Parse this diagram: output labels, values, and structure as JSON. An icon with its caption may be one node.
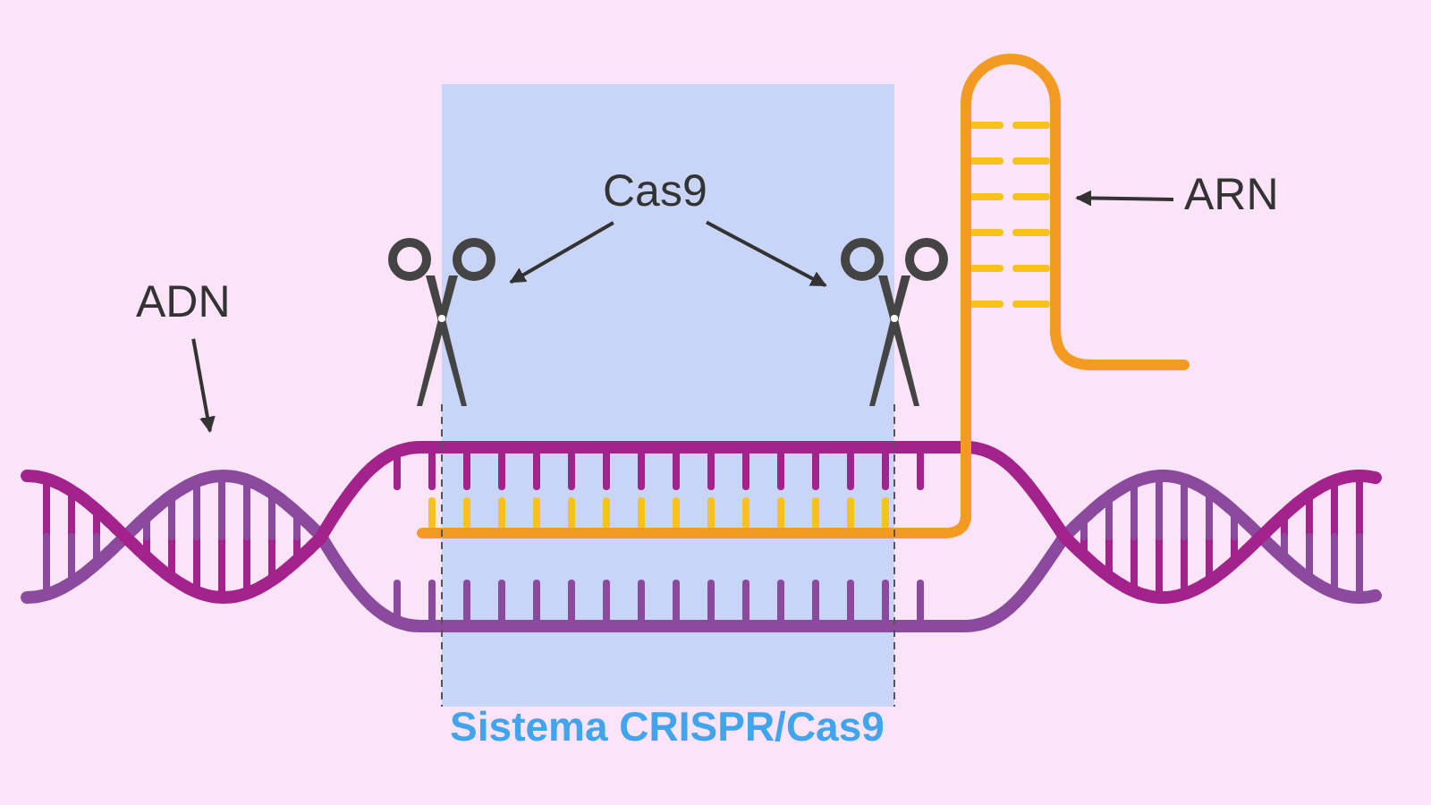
{
  "diagram": {
    "caption": "Sistema CRISPR/Cas9",
    "nodes": [
      {
        "text": [
          "Cas9"
        ]
      },
      {
        "text": [],
        "shape": "picture"
      },
      {
        "text": [],
        "shape": "picture"
      },
      {
        "text": [
          "ADN"
        ]
      },
      {
        "text": [],
        "shape": "picture"
      },
      {
        "text": [
          "ARN"
        ]
      },
      {
        "text": [],
        "shape": "picture"
      }
    ],
    "edges": [
      {
        "from": 0,
        "to": 1,
        "arrow": "to"
      },
      {
        "from": 0,
        "to": 2,
        "arrow": "to"
      },
      {
        "from": 3,
        "to": 4,
        "arrow": "to"
      },
      {
        "from": 5,
        "to": 6,
        "arrow": "to"
      }
    ]
  }
}
